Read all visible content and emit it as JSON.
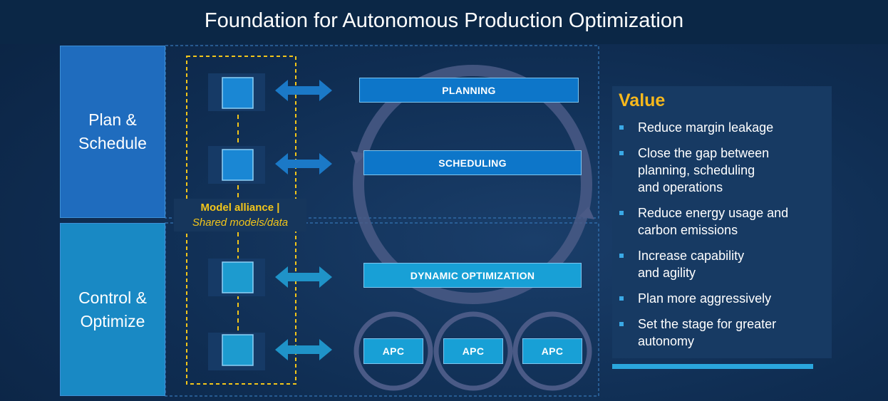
{
  "title": "Foundation for Autonomous Production Optimization",
  "sections": {
    "plan": {
      "line1": "Plan &",
      "line2": "Schedule"
    },
    "control": {
      "line1": "Control &",
      "line2": "Optimize"
    }
  },
  "bars": {
    "planning": "PLANNING",
    "scheduling": "SCHEDULING",
    "dynamic": "DYNAMIC OPTIMIZATION",
    "apc": [
      "APC",
      "APC",
      "APC"
    ]
  },
  "alliance": {
    "line1": "Model alliance |",
    "line2": "Shared models/data"
  },
  "value": {
    "heading": "Value",
    "items": [
      {
        "l1": "Reduce margin leakage",
        "l2": "",
        "l3": ""
      },
      {
        "l1": "Close the gap between",
        "l2": "planning, scheduling",
        "l3": "and operations"
      },
      {
        "l1": "Reduce energy usage and",
        "l2": "carbon emissions",
        "l3": ""
      },
      {
        "l1": "Increase capability",
        "l2": "and agility",
        "l3": ""
      },
      {
        "l1": "Plan more aggressively",
        "l2": "",
        "l3": ""
      },
      {
        "l1": "Set the stage for greater",
        "l2": "autonomy",
        "l3": ""
      }
    ]
  },
  "colors": {
    "background": "#0f2d52",
    "plan_block": "#1f6cbe",
    "control_block": "#1989c4",
    "accent_yellow": "#f2c51a",
    "value_heading": "#f7b81c"
  }
}
